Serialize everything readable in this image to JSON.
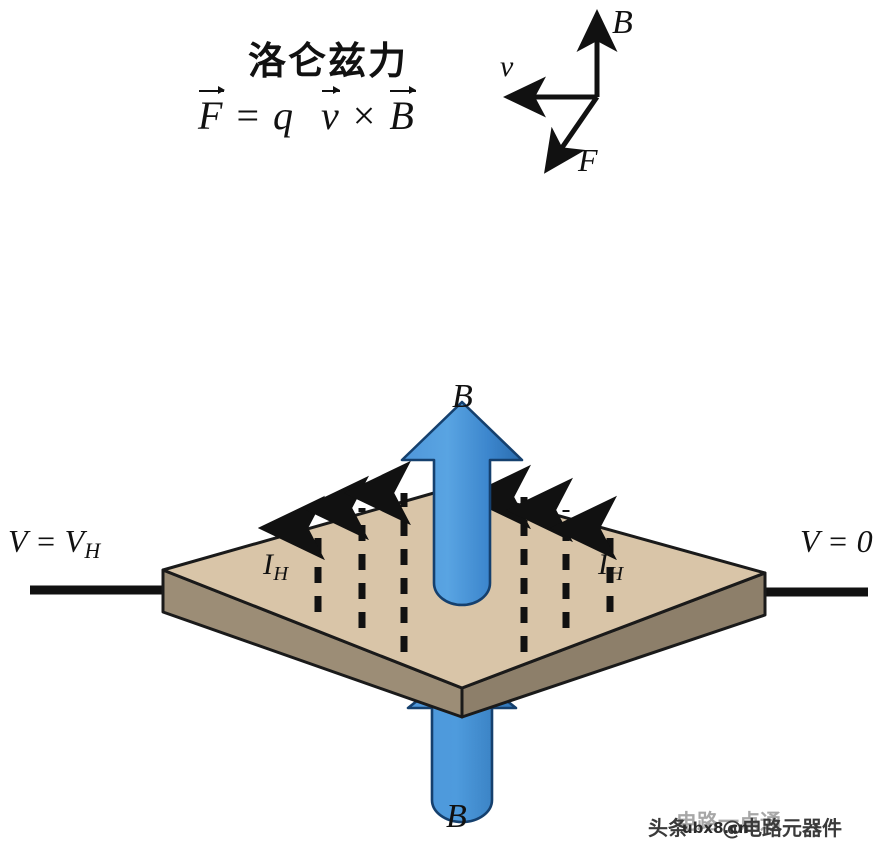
{
  "figure": {
    "title_cn": "洛仑兹力",
    "background_color": "#ffffff"
  },
  "formula": {
    "lhs": "F",
    "equals": "=",
    "charge": "q",
    "velocity": "v",
    "cross": "×",
    "field": "B"
  },
  "vector_triad": {
    "b_label": "B",
    "v_label": "v",
    "f_label": "F",
    "b_direction": "up",
    "v_direction": "left",
    "f_direction": "down-left"
  },
  "hall_device": {
    "left_potential_label": "V = V",
    "left_potential_sub": "H",
    "right_potential_label": "V = 0",
    "top_field_label": "B",
    "bottom_field_label": "B",
    "current_label_left": "I",
    "current_label_left_sub": "H",
    "current_label_right": "I",
    "current_label_right_sub": "H",
    "slab_top_color": "#d9c5a8",
    "slab_side_color": "#8d7f6a",
    "slab_front_color": "#9c8d76",
    "slab_edge_color": "#1a1a1a",
    "arrow_blue_light": "#59a0de",
    "arrow_blue_dark": "#2a6cae",
    "wire_color": "#111111",
    "hall_arrow_count": 6
  },
  "watermark": {
    "brand": "头条",
    "handle": "@电路元器件",
    "ghost": "电路一点通",
    "url": "ubx8.cn"
  }
}
